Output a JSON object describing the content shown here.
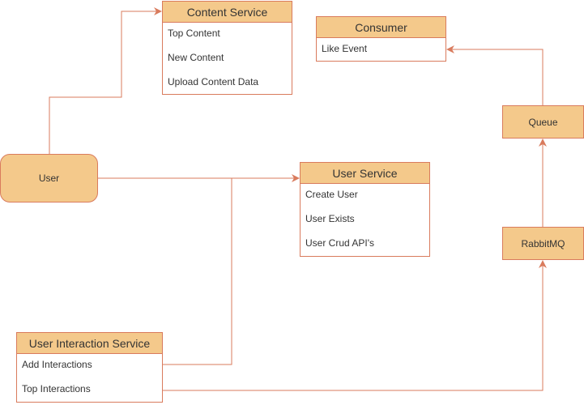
{
  "colors": {
    "fill": "#f4c98b",
    "stroke": "#d97b5d",
    "text": "#333333"
  },
  "nodes": {
    "user": "User",
    "queue": "Queue",
    "rabbitmq": "RabbitMQ"
  },
  "content_service": {
    "title": "Content Service",
    "items": [
      "Top Content",
      "New Content",
      "Upload Content Data"
    ]
  },
  "consumer": {
    "title": "Consumer",
    "items": [
      "Like Event"
    ]
  },
  "user_service": {
    "title": "User Service",
    "items": [
      "Create User",
      "User Exists",
      "User Crud API's"
    ]
  },
  "user_interaction_service": {
    "title": "User Interaction Service",
    "items": [
      "Add Interactions",
      "Top Interactions"
    ]
  }
}
